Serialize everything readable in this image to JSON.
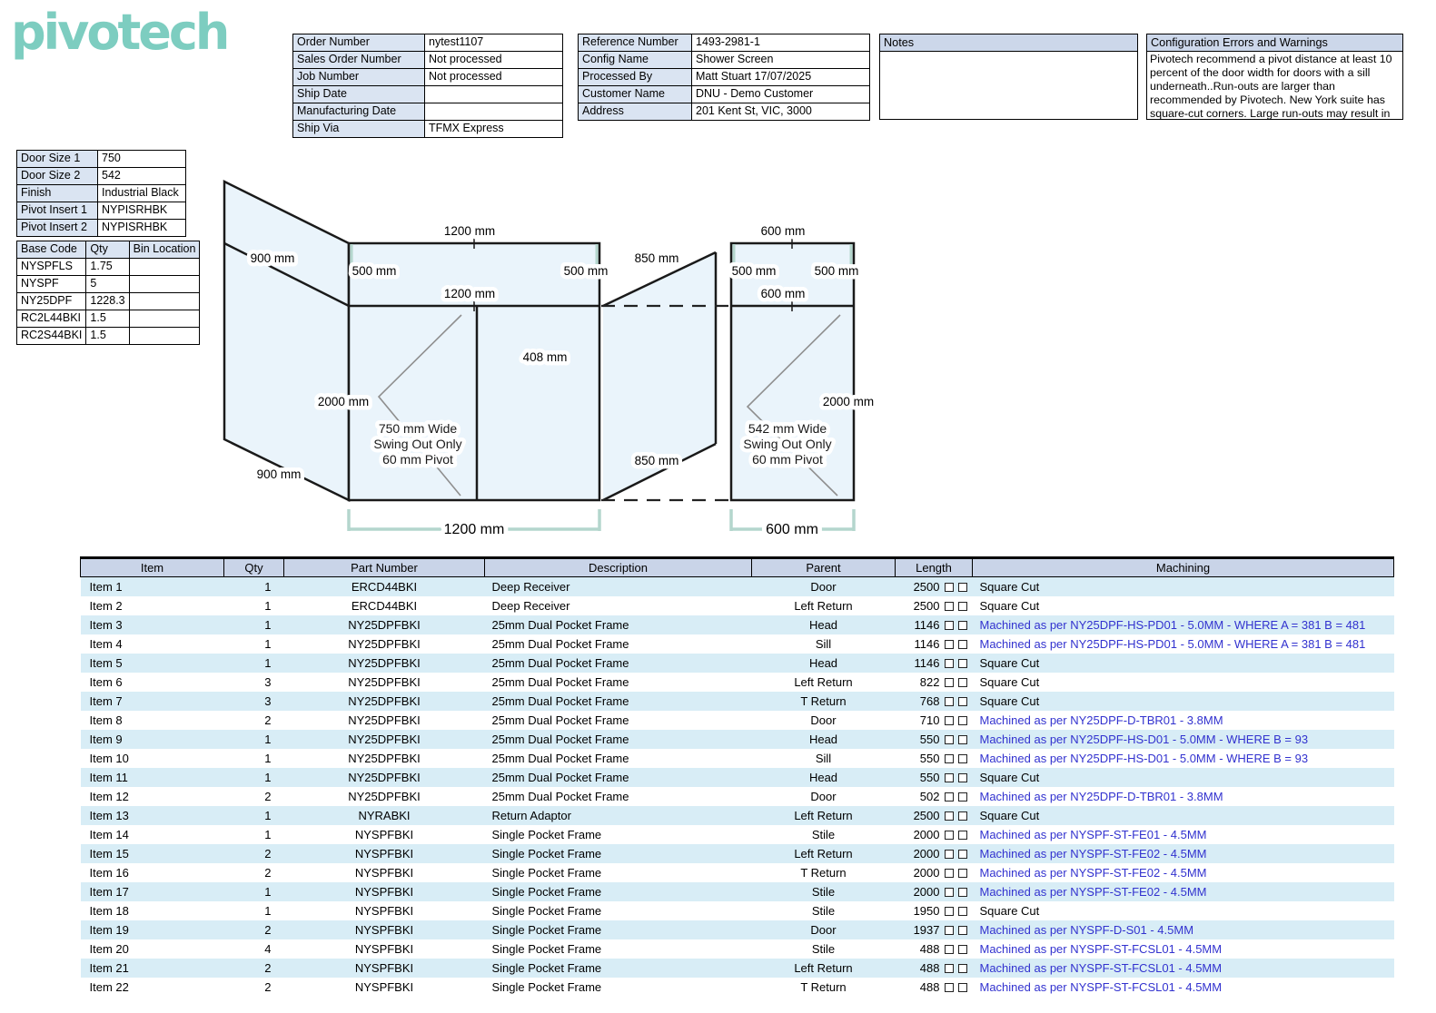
{
  "logo": {
    "text": "pivotech"
  },
  "colors": {
    "logo_teal": "#7dcdc0",
    "link_blue": "#3232cf",
    "row_stripe": "#d8edf6",
    "table_header_bg": "#c9d4e8",
    "label_cell_bg": "#dae4f2",
    "panel_fill": "#eaf4fb",
    "dimension_teal": "#b4d6cd"
  },
  "order_table": {
    "rows": [
      [
        "Order Number",
        "nytest1107"
      ],
      [
        "Sales Order Number",
        "Not processed"
      ],
      [
        "Job Number",
        "Not processed"
      ],
      [
        "Ship Date",
        ""
      ],
      [
        "Manufacturing Date",
        ""
      ],
      [
        "Ship Via",
        "TFMX Express"
      ]
    ]
  },
  "reference_table": {
    "rows": [
      [
        "Reference Number",
        "1493-2981-1"
      ],
      [
        "Config Name",
        "Shower Screen"
      ],
      [
        "Processed By",
        "Matt Stuart 17/07/2025"
      ],
      [
        "Customer Name",
        "DNU - Demo Customer"
      ],
      [
        "Address",
        "201 Kent St, VIC, 3000"
      ]
    ]
  },
  "notes": {
    "title": "Notes",
    "body": ""
  },
  "warnings": {
    "title": "Configuration Errors and Warnings",
    "body": "Pivotech recommend a pivot distance at least 10 percent of the door width for doors with a sill underneath..Run-outs are larger than recommended by Pivotech. New York suite has square-cut corners. Large run-outs may result in"
  },
  "door_table": {
    "rows": [
      [
        "Door Size 1",
        "750"
      ],
      [
        "Door Size 2",
        "542"
      ],
      [
        "Finish",
        "Industrial Black"
      ],
      [
        "Pivot Insert 1",
        "NYPISRHBK"
      ],
      [
        "Pivot Insert 2",
        "NYPISRHBK"
      ]
    ]
  },
  "base_code_table": {
    "headers": [
      "Base Code",
      "Qty",
      "Bin Location"
    ],
    "rows": [
      [
        "NYSPFLS",
        "1.75",
        ""
      ],
      [
        "NYSPF",
        "5",
        ""
      ],
      [
        "NY25DPF",
        "1228.3",
        ""
      ],
      [
        "RC2L44BKI",
        "1.5",
        ""
      ],
      [
        "RC2S44BKI",
        "1.5",
        ""
      ]
    ]
  },
  "diagram": {
    "labels": {
      "p1_top_width": "1200 mm",
      "p1_left_upper": "500 mm",
      "p1_right_upper": "500 mm",
      "p1_transom_width": "1200 mm",
      "p1_fixed_width": "408 mm",
      "p1_height": "2000 mm",
      "p1_bottom_width": "1200 mm",
      "p2_top_width": "600 mm",
      "p2_left_upper": "500 mm",
      "p2_right_upper": "500 mm",
      "p2_transom_width": "600 mm",
      "p2_height": "2000 mm",
      "p2_bottom_width": "600 mm",
      "left_return_upper": "900 mm",
      "left_return_lower": "900 mm",
      "t_return_upper": "850 mm",
      "t_return_lower": "850 mm",
      "door1_line1": "750 mm Wide",
      "door1_line2": "Swing Out Only",
      "door1_line3": "60 mm Pivot",
      "door2_line1": "542 mm Wide",
      "door2_line2": "Swing Out Only",
      "door2_line3": "60 mm Pivot"
    }
  },
  "parts_table": {
    "headers": [
      "Item",
      "Qty",
      "Part Number",
      "Description",
      "Parent",
      "Length",
      "Machining"
    ],
    "rows": [
      {
        "item": "Item 1",
        "qty": "1",
        "part": "ERCD44BKI",
        "desc": "Deep Receiver",
        "parent": "Door",
        "length": "2500",
        "machining": "Square Cut"
      },
      {
        "item": "Item 2",
        "qty": "1",
        "part": "ERCD44BKI",
        "desc": "Deep Receiver",
        "parent": "Left Return",
        "length": "2500",
        "machining": "Square Cut"
      },
      {
        "item": "Item 3",
        "qty": "1",
        "part": "NY25DPFBKI",
        "desc": "25mm Dual Pocket Frame",
        "parent": "Head",
        "length": "1146",
        "machining": "Machined as per NY25DPF-HS-PD01 - 5.0MM - WHERE A = 381 B = 481"
      },
      {
        "item": "Item 4",
        "qty": "1",
        "part": "NY25DPFBKI",
        "desc": "25mm Dual Pocket Frame",
        "parent": "Sill",
        "length": "1146",
        "machining": "Machined as per NY25DPF-HS-PD01 - 5.0MM - WHERE A = 381 B = 481"
      },
      {
        "item": "Item 5",
        "qty": "1",
        "part": "NY25DPFBKI",
        "desc": "25mm Dual Pocket Frame",
        "parent": "Head",
        "length": "1146",
        "machining": "Square Cut"
      },
      {
        "item": "Item 6",
        "qty": "3",
        "part": "NY25DPFBKI",
        "desc": "25mm Dual Pocket Frame",
        "parent": "Left Return",
        "length": "822",
        "machining": "Square Cut"
      },
      {
        "item": "Item 7",
        "qty": "3",
        "part": "NY25DPFBKI",
        "desc": "25mm Dual Pocket Frame",
        "parent": "T Return",
        "length": "768",
        "machining": "Square Cut"
      },
      {
        "item": "Item 8",
        "qty": "2",
        "part": "NY25DPFBKI",
        "desc": "25mm Dual Pocket Frame",
        "parent": "Door",
        "length": "710",
        "machining": "Machined as per NY25DPF-D-TBR01 - 3.8MM"
      },
      {
        "item": "Item 9",
        "qty": "1",
        "part": "NY25DPFBKI",
        "desc": "25mm Dual Pocket Frame",
        "parent": "Head",
        "length": "550",
        "machining": "Machined as per NY25DPF-HS-D01 - 5.0MM - WHERE B = 93"
      },
      {
        "item": "Item 10",
        "qty": "1",
        "part": "NY25DPFBKI",
        "desc": "25mm Dual Pocket Frame",
        "parent": "Sill",
        "length": "550",
        "machining": "Machined as per NY25DPF-HS-D01 - 5.0MM - WHERE B = 93"
      },
      {
        "item": "Item 11",
        "qty": "1",
        "part": "NY25DPFBKI",
        "desc": "25mm Dual Pocket Frame",
        "parent": "Head",
        "length": "550",
        "machining": "Square Cut"
      },
      {
        "item": "Item 12",
        "qty": "2",
        "part": "NY25DPFBKI",
        "desc": "25mm Dual Pocket Frame",
        "parent": "Door",
        "length": "502",
        "machining": "Machined as per NY25DPF-D-TBR01 - 3.8MM"
      },
      {
        "item": "Item 13",
        "qty": "1",
        "part": "NYRABKI",
        "desc": "Return Adaptor",
        "parent": "Left Return",
        "length": "2500",
        "machining": "Square Cut"
      },
      {
        "item": "Item 14",
        "qty": "1",
        "part": "NYSPFBKI",
        "desc": "Single Pocket Frame",
        "parent": "Stile",
        "length": "2000",
        "machining": "Machined as per NYSPF-ST-FE01 - 4.5MM"
      },
      {
        "item": "Item 15",
        "qty": "2",
        "part": "NYSPFBKI",
        "desc": "Single Pocket Frame",
        "parent": "Left Return",
        "length": "2000",
        "machining": "Machined as per NYSPF-ST-FE02 - 4.5MM"
      },
      {
        "item": "Item 16",
        "qty": "2",
        "part": "NYSPFBKI",
        "desc": "Single Pocket Frame",
        "parent": "T Return",
        "length": "2000",
        "machining": "Machined as per NYSPF-ST-FE02 - 4.5MM"
      },
      {
        "item": "Item 17",
        "qty": "1",
        "part": "NYSPFBKI",
        "desc": "Single Pocket Frame",
        "parent": "Stile",
        "length": "2000",
        "machining": "Machined as per NYSPF-ST-FE02 - 4.5MM"
      },
      {
        "item": "Item 18",
        "qty": "1",
        "part": "NYSPFBKI",
        "desc": "Single Pocket Frame",
        "parent": "Stile",
        "length": "1950",
        "machining": "Square Cut"
      },
      {
        "item": "Item 19",
        "qty": "2",
        "part": "NYSPFBKI",
        "desc": "Single Pocket Frame",
        "parent": "Door",
        "length": "1937",
        "machining": "Machined as per NYSPF-D-S01 - 4.5MM"
      },
      {
        "item": "Item 20",
        "qty": "4",
        "part": "NYSPFBKI",
        "desc": "Single Pocket Frame",
        "parent": "Stile",
        "length": "488",
        "machining": "Machined as per NYSPF-ST-FCSL01 - 4.5MM"
      },
      {
        "item": "Item 21",
        "qty": "2",
        "part": "NYSPFBKI",
        "desc": "Single Pocket Frame",
        "parent": "Left Return",
        "length": "488",
        "machining": "Machined as per NYSPF-ST-FCSL01 - 4.5MM"
      },
      {
        "item": "Item 22",
        "qty": "2",
        "part": "NYSPFBKI",
        "desc": "Single Pocket Frame",
        "parent": "T Return",
        "length": "488",
        "machining": "Machined as per NYSPF-ST-FCSL01 - 4.5MM"
      }
    ]
  }
}
